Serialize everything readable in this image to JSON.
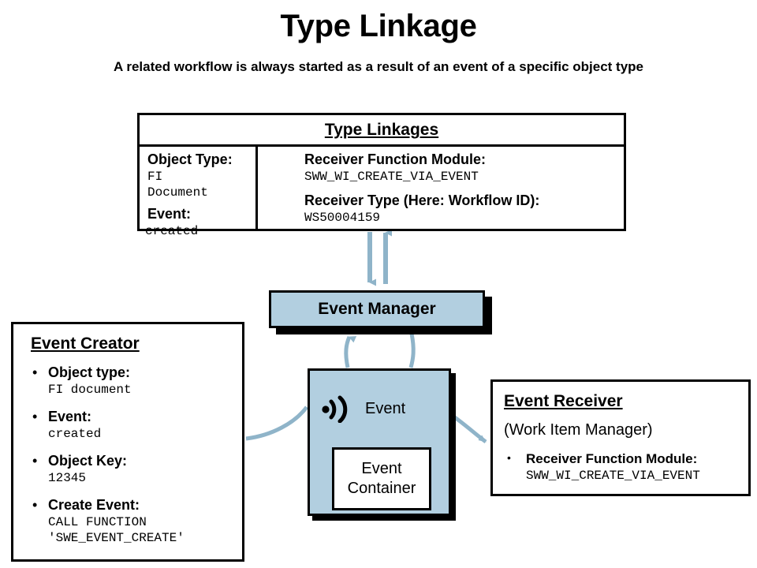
{
  "slide": {
    "title": "Type Linkage",
    "subtitle": "A related workflow is always started as a result of an event of a specific object type"
  },
  "type_linkages": {
    "title": "Type Linkages",
    "object_type_label": "Object Type:",
    "object_type_value_line1": "FI",
    "object_type_value_line2": "Document",
    "event_label": "Event:",
    "event_value": "created",
    "receiver_function_module_label": "Receiver Function Module:",
    "receiver_function_module_value": "SWW_WI_CREATE_VIA_EVENT",
    "receiver_type_label": "Receiver Type (Here: Workflow ID):",
    "receiver_type_value": "WS50004159"
  },
  "event_manager": {
    "label": "Event Manager"
  },
  "event_creator": {
    "title": "Event Creator",
    "items": [
      {
        "label": "Object type:",
        "value": "FI document"
      },
      {
        "label": "Event:",
        "value": "created"
      },
      {
        "label": "Object Key:",
        "value": " 12345"
      },
      {
        "label": "Create Event:",
        "value": "CALL FUNCTION\n'SWE_EVENT_CREATE'"
      }
    ]
  },
  "event_box": {
    "icon": "signal-broadcast-icon",
    "label": "Event",
    "container_line1": "Event",
    "container_line2": "Container"
  },
  "event_receiver": {
    "title": "Event Receiver",
    "subtitle": "(Work Item Manager)",
    "bullet_label": "Receiver Function Module:",
    "bullet_value": "SWW_WI_CREATE_VIA_EVENT"
  },
  "colors": {
    "box_fill": "#b2cfe0",
    "connector": "#8fb4c9",
    "border": "#000000",
    "background": "#ffffff"
  }
}
